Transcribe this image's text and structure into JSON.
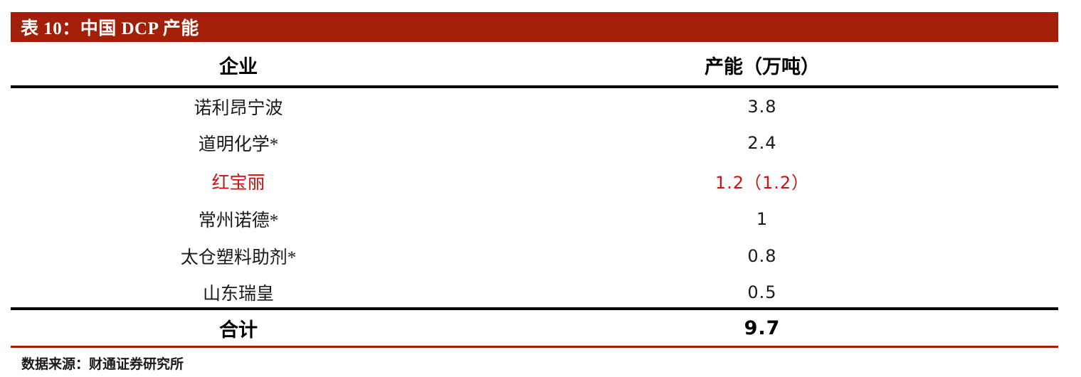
{
  "figure": {
    "title": "表 10：中国 DCP 产能",
    "title_bar_color": "#A32008",
    "highlight_color": "#CC1111",
    "source_note": "数据来源：财通证券研究所"
  },
  "table": {
    "columns": [
      {
        "label": "企业"
      },
      {
        "label": "产能（万吨）"
      }
    ],
    "rows": [
      {
        "name": "诺利昂宁波",
        "value": "3.8",
        "highlight": false
      },
      {
        "name": "道明化学*",
        "value": "2.4",
        "highlight": false
      },
      {
        "name": "红宝丽",
        "value": "1.2（1.2）",
        "highlight": true
      },
      {
        "name": "常州诺德*",
        "value": "1",
        "highlight": false
      },
      {
        "name": "太仓塑料助剂*",
        "value": "0.8",
        "highlight": false
      },
      {
        "name": "山东瑞皇",
        "value": "0.5",
        "highlight": false
      }
    ],
    "total": {
      "label": "合计",
      "value": "9.7"
    }
  },
  "chart_data": {
    "type": "table",
    "title": "表 10：中国 DCP 产能",
    "xlabel": "企业",
    "ylabel": "产能（万吨）",
    "categories": [
      "诺利昂宁波",
      "道明化学*",
      "红宝丽",
      "常州诺德*",
      "太仓塑料助剂*",
      "山东瑞皇"
    ],
    "values": [
      3.8,
      2.4,
      1.2,
      1,
      0.8,
      0.5
    ],
    "annotations": [
      "红宝丽 1.2（1.2）"
    ],
    "total": 9.7,
    "source": "数据来源：财通证券研究所"
  }
}
